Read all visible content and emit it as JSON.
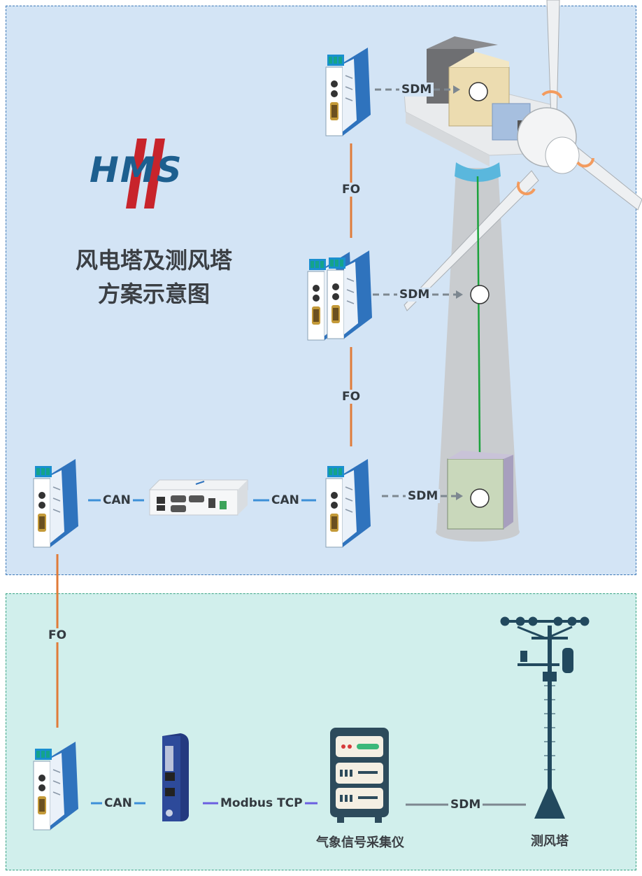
{
  "logo": {
    "text": "HMS"
  },
  "title": {
    "line1": "风电塔及测风塔",
    "line2": "方案示意图"
  },
  "links": {
    "fo_top": "FO",
    "fo_mid": "FO",
    "fo_left": "FO",
    "sdm_top": "SDM",
    "sdm_mid": "SDM",
    "sdm_bottom": "SDM",
    "sdm_met": "SDM",
    "can_left": "CAN",
    "can_right": "CAN",
    "can_bottom": "CAN",
    "modbus": "Modbus TCP"
  },
  "captions": {
    "weather_collector": "气象信号采集仪",
    "met_mast": "测风塔"
  },
  "colors": {
    "tower_zone_bg": "#d3e4f5",
    "tower_zone_border": "#3d78b7",
    "met_zone_bg": "#d1efec",
    "met_zone_border": "#38a383",
    "fiber": "#e07b39",
    "can": "#3c8fd8",
    "modbus": "#6b5fe0",
    "sdm": "#7d8790",
    "signal": "#1ba23c",
    "logo_blue": "#1d5f8f",
    "logo_red": "#c8242b"
  }
}
